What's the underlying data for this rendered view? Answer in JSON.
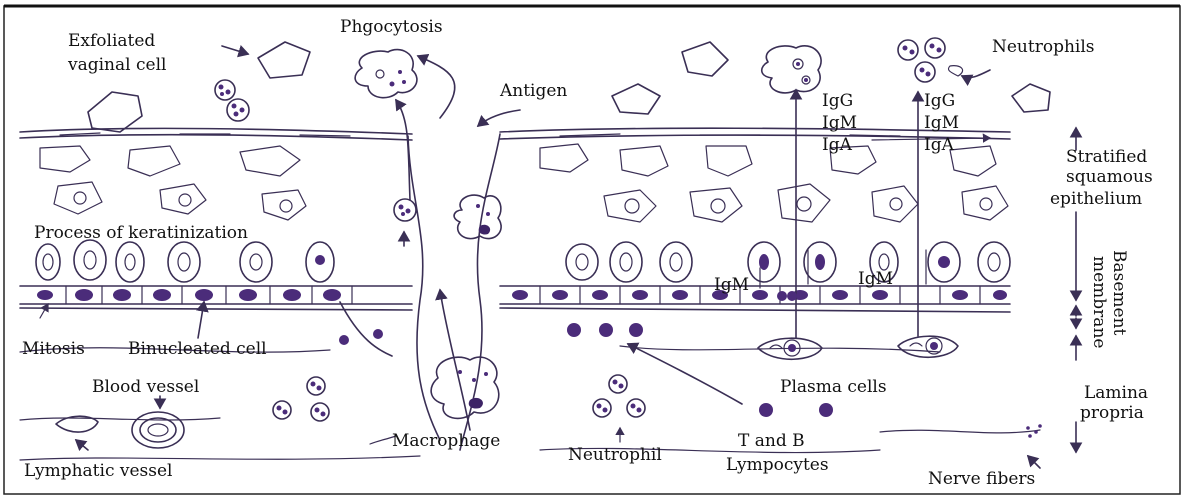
{
  "labels": {
    "exfoliated_line1": "Exfoliated",
    "exfoliated_line2": "vaginal cell",
    "phagocytosis": "Phgocytosis",
    "antigen": "Antigen",
    "neutrophils_top": "Neutrophils",
    "igg_1": "IgG",
    "igm_1": "IgM",
    "iga_1": "IgA",
    "igg_2": "IgG",
    "igm_2": "IgM",
    "iga_2": "IgA",
    "stratified_line1": "Stratified",
    "stratified_line2": "squamous",
    "stratified_line3": "epithelium",
    "keratinization": "Process of keratinization",
    "igm_left": "IgM",
    "igm_right": "IgM",
    "basement_line1": "Basement",
    "basement_line2": "membrane",
    "mitosis": "Mitosis",
    "binucleated": "Binucleated cell",
    "blood_vessel": "Blood vessel",
    "plasma_cells": "Plasma cells",
    "lamina_line1": "Lamina",
    "lamina_line2": "propria",
    "macrophage": "Macrophage",
    "neutrophil_bottom": "Neutrophil",
    "tb_line1": "T and B",
    "tb_line2": "Lympocytes",
    "lymphatic": "Lymphatic vessel",
    "nerve": "Nerve fibers"
  },
  "colors": {
    "ink": "#3a2f55",
    "nucleus": "#4b2c7a",
    "background": "#ffffff"
  }
}
